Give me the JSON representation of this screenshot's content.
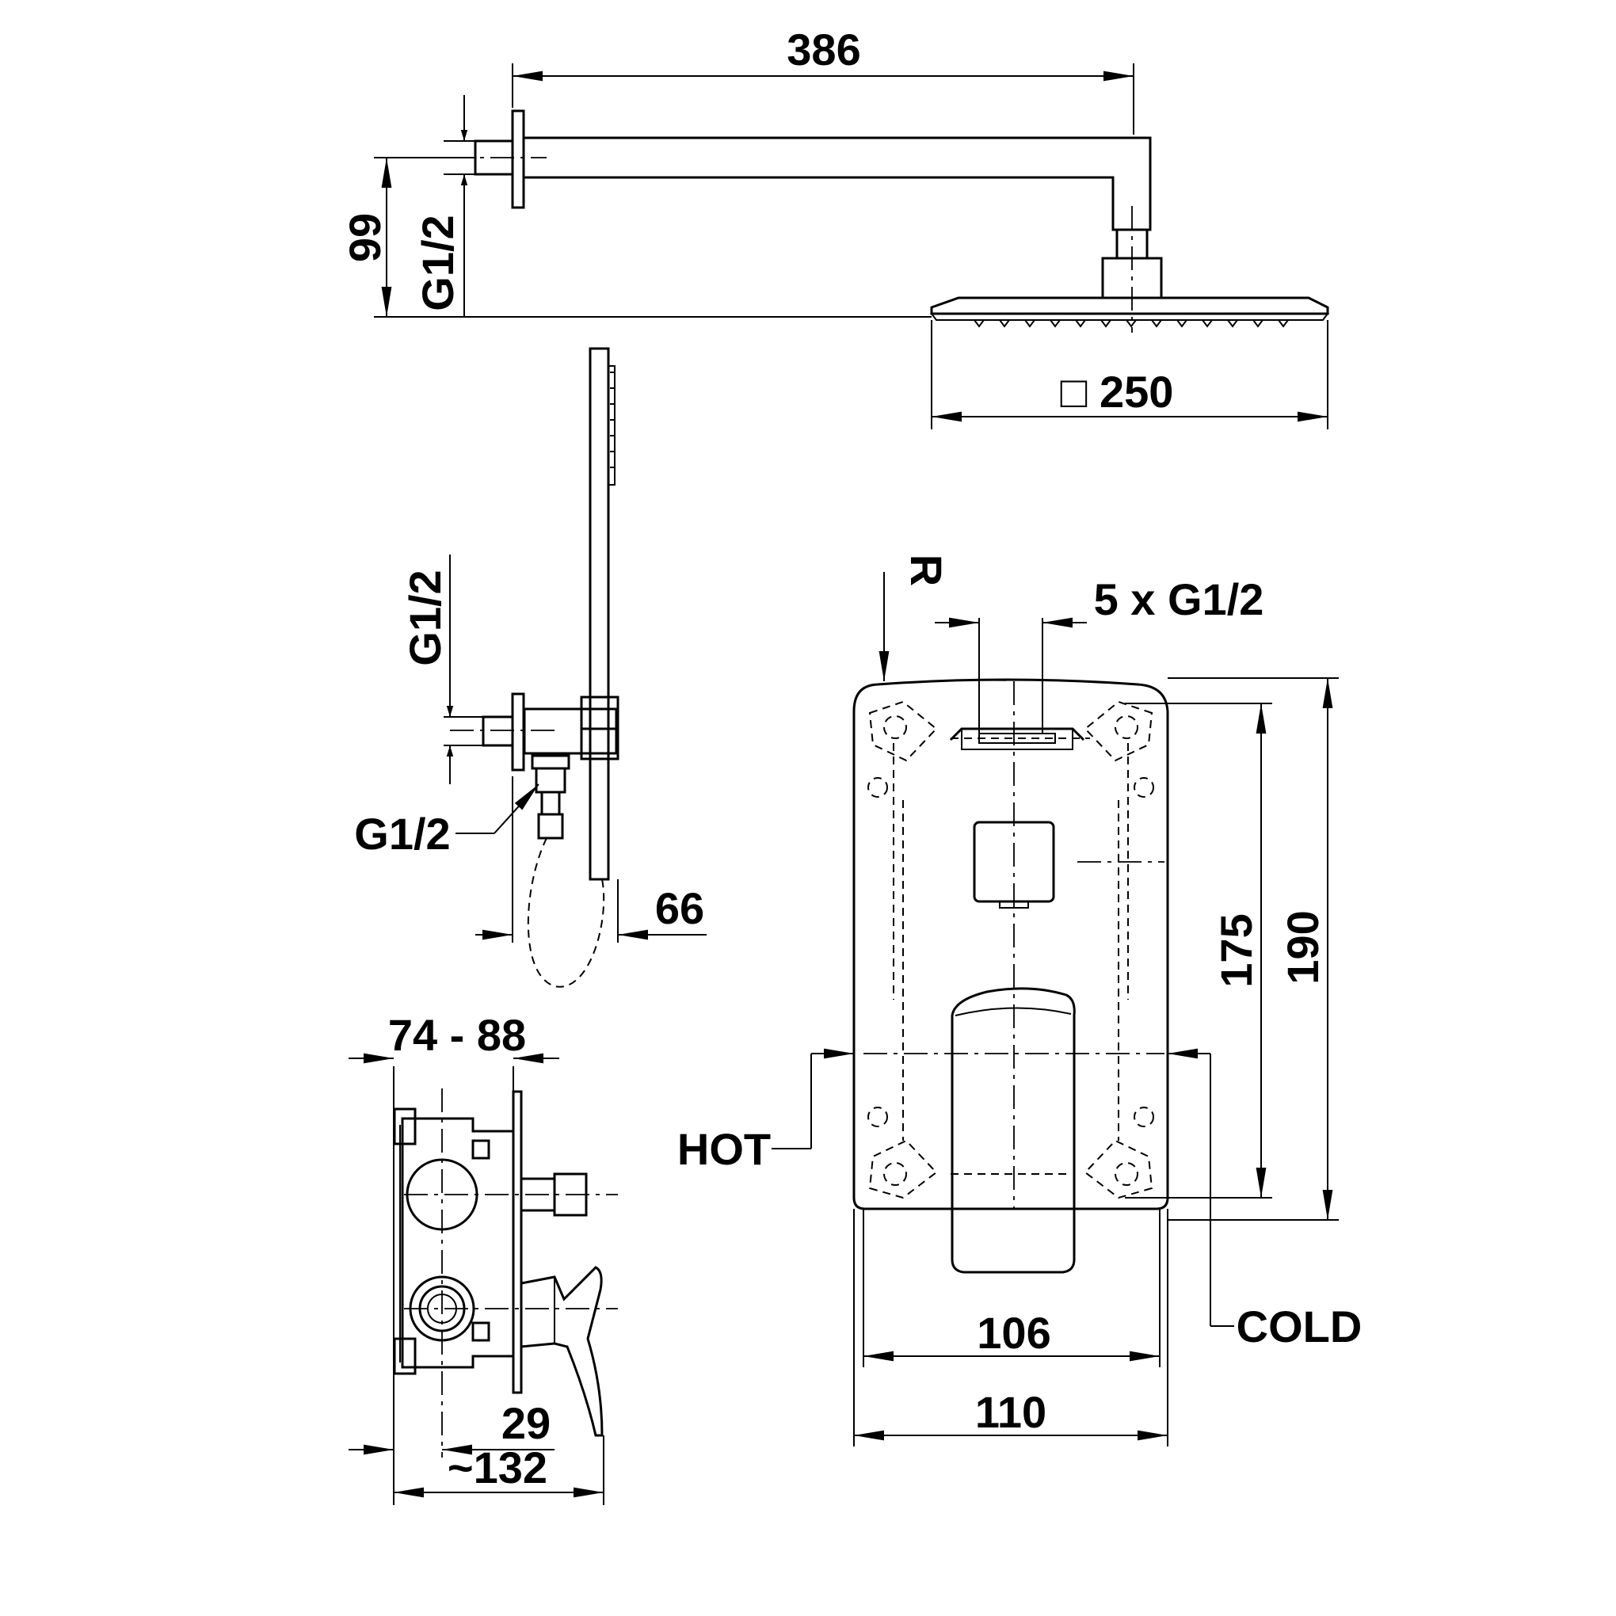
{
  "labels": {
    "arm_length": "386",
    "arm_height": "99",
    "arm_thread": "G1/2",
    "head_size": "□ 250",
    "radius": "R",
    "outlets": "5 x G1/2",
    "handset_thread_top": "G1/2",
    "handset_thread_bottom": "G1/2",
    "handset_depth": "66",
    "box_depth": "74 - 88",
    "cover_offset": "29",
    "lever_projection": "~132",
    "hot": "HOT",
    "cold": "COLD",
    "inner_height": "175",
    "outer_height": "190",
    "inner_width": "106",
    "outer_width": "110"
  }
}
